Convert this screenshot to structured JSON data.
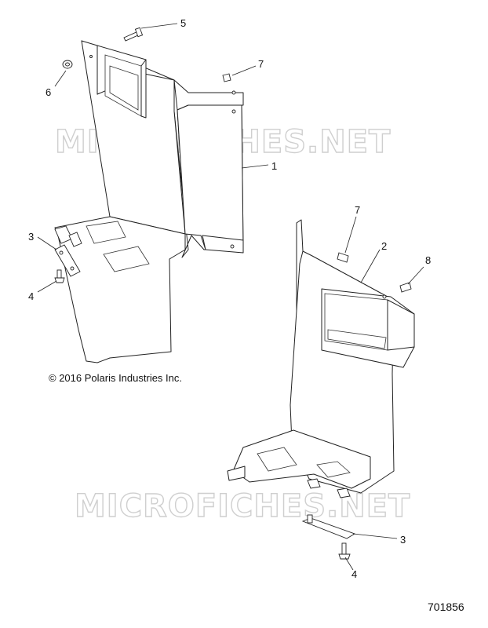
{
  "watermarks": [
    "MICROFICHES.NET",
    "MICROFICHES.NET"
  ],
  "callouts": [
    "5",
    "7",
    "6",
    "1",
    "7",
    "2",
    "8",
    "3",
    "4",
    "3",
    "4"
  ],
  "copyright": "© 2016 Polaris Industries Inc.",
  "diagram_id": "701856"
}
